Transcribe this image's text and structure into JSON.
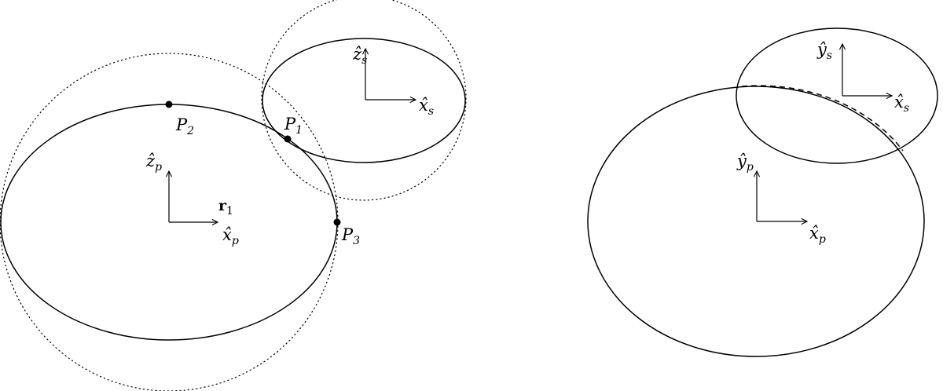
{
  "left_panel": {
    "primary_axes": {
      "z_label": "ẑ",
      "z_sub": "p",
      "x_label": "x̂",
      "x_sub": "p"
    },
    "secondary_axes": {
      "z_label": "ẑ",
      "z_sub": "s",
      "x_label": "x̂",
      "x_sub": "s"
    },
    "vector": {
      "label": "r",
      "sub": "1"
    },
    "points": [
      {
        "label": "P",
        "sub": "1"
      },
      {
        "label": "P",
        "sub": "2"
      },
      {
        "label": "P",
        "sub": "3"
      }
    ]
  },
  "right_panel": {
    "primary_axes": {
      "y_label": "ŷ",
      "y_sub": "p",
      "x_label": "x̂",
      "x_sub": "p"
    },
    "secondary_axes": {
      "y_label": "ŷ",
      "y_sub": "s",
      "x_label": "x̂",
      "x_sub": "s"
    }
  }
}
